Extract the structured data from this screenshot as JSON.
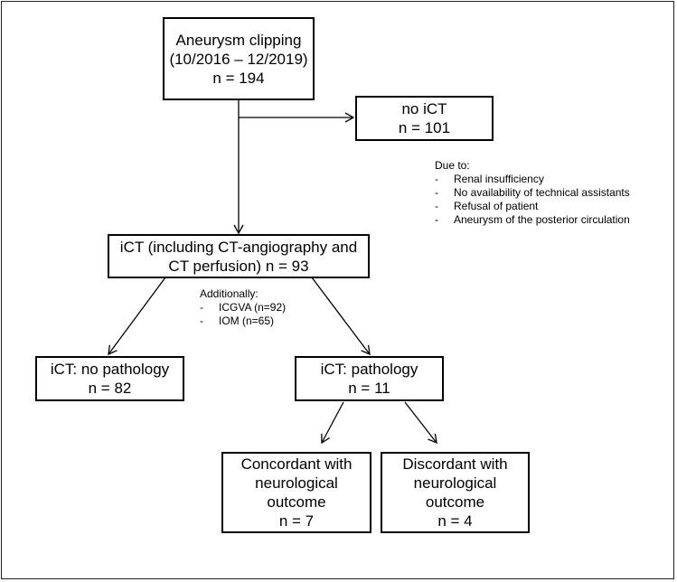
{
  "boxes": {
    "clipping": {
      "line1": "Aneurysm clipping",
      "line2": "(10/2016 – 12/2019)",
      "line3": "n = 194"
    },
    "no_ict": {
      "line1": "no iCT",
      "line2": "n = 101"
    },
    "ict": {
      "line1": "iCT (including CT-angiography and",
      "line2": "CT perfusion) n = 93"
    },
    "no_pathology": {
      "line1": "iCT: no pathology",
      "line2": "n = 82"
    },
    "pathology": {
      "line1": "iCT: pathology",
      "line2": "n = 11"
    },
    "concordant": {
      "line1": "Concordant with",
      "line2": "neurological",
      "line3": "outcome",
      "line4": "n = 7"
    },
    "discordant": {
      "line1": "Discordant with",
      "line2": "neurological",
      "line3": "outcome",
      "line4": "n = 4"
    }
  },
  "due_to": {
    "title": "Due to:",
    "items": [
      "Renal insufficiency",
      "No availability of technical assistants",
      "Refusal of patient",
      "Aneurysm of the posterior circulation"
    ]
  },
  "additionally": {
    "title": "Additionally:",
    "items": [
      "ICGVA (n=92)",
      "IOM (n=65)"
    ]
  },
  "bullet": "-"
}
